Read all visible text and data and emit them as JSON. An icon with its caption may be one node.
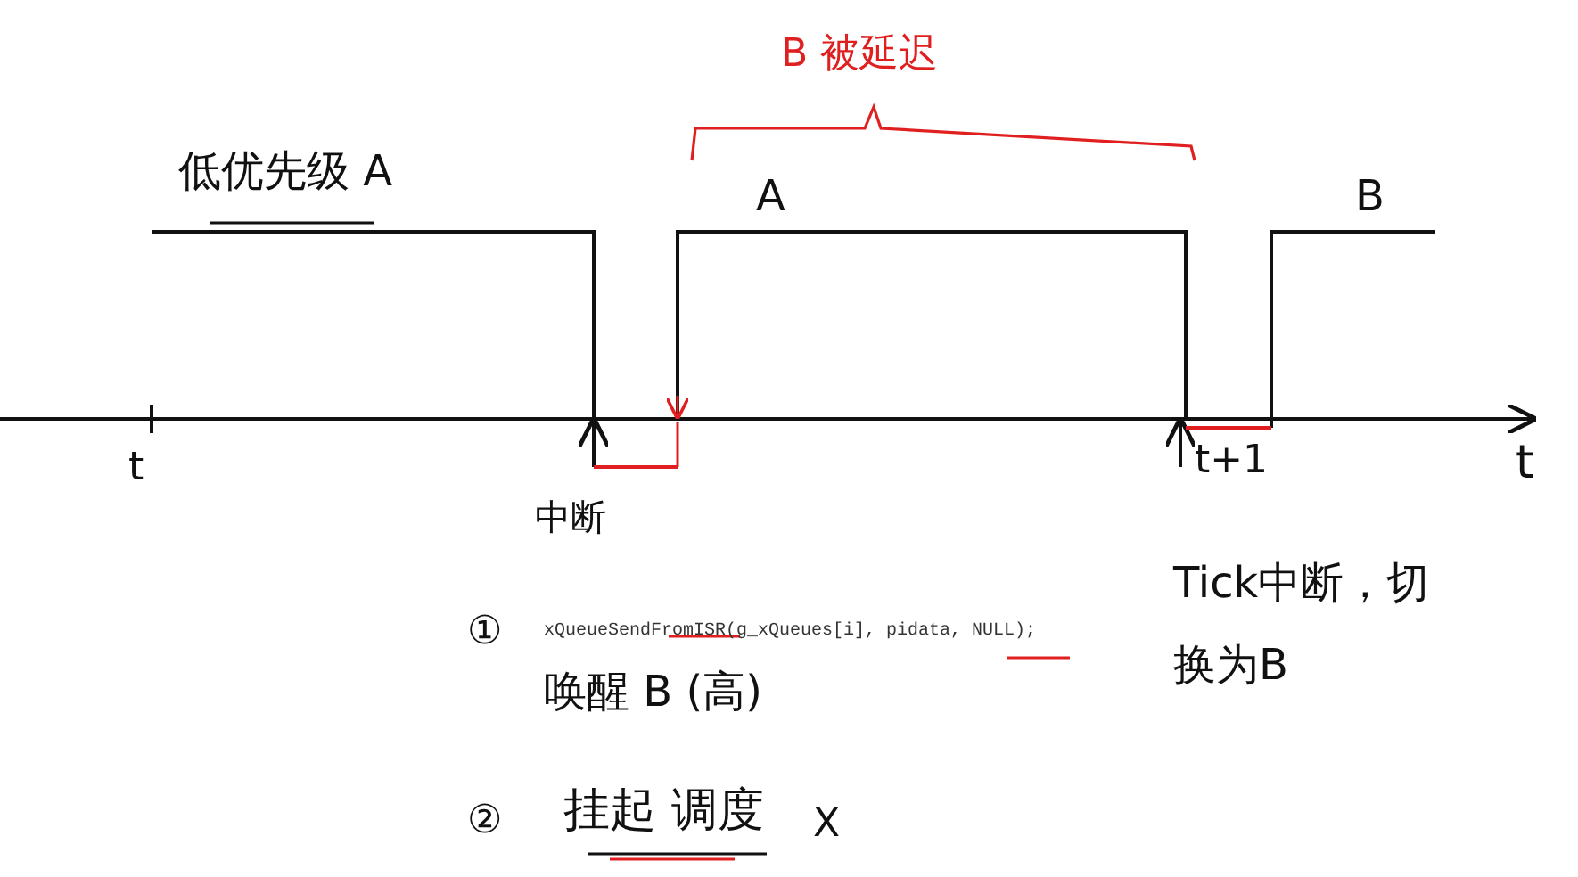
{
  "diagram": {
    "labels": [
      "B 被延迟",
      "低优先级 A",
      "A",
      "B",
      "t",
      "t+1",
      "t",
      "中断",
      "Tick中断，切换为B",
      "①",
      "xQueueSendFromISR(g_xQueues[i], pidata, NULL);",
      "唤醒 B (高)",
      "②",
      "挂起 调度",
      "X"
    ]
  }
}
